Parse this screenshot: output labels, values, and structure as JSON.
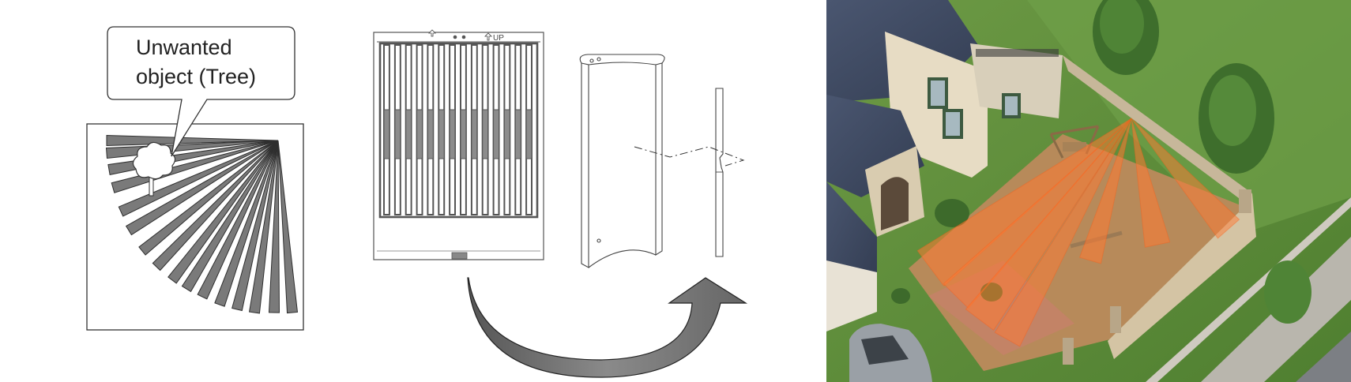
{
  "callout": {
    "line1": "Unwanted",
    "line2": "object (Tree)"
  },
  "mask_panel": {
    "up_label": "UP"
  },
  "colors": {
    "beam_fill": "#7a7a7a",
    "mask_shading": "#8c8c8c",
    "arrow_fill": "#6e6e6e",
    "detection_orange": "#ff7a33",
    "lawn": "#5e8f3c",
    "roof": "#3f4a63"
  },
  "icons": [
    "tree-icon",
    "curved-arrow-icon",
    "up-arrow-icon"
  ]
}
